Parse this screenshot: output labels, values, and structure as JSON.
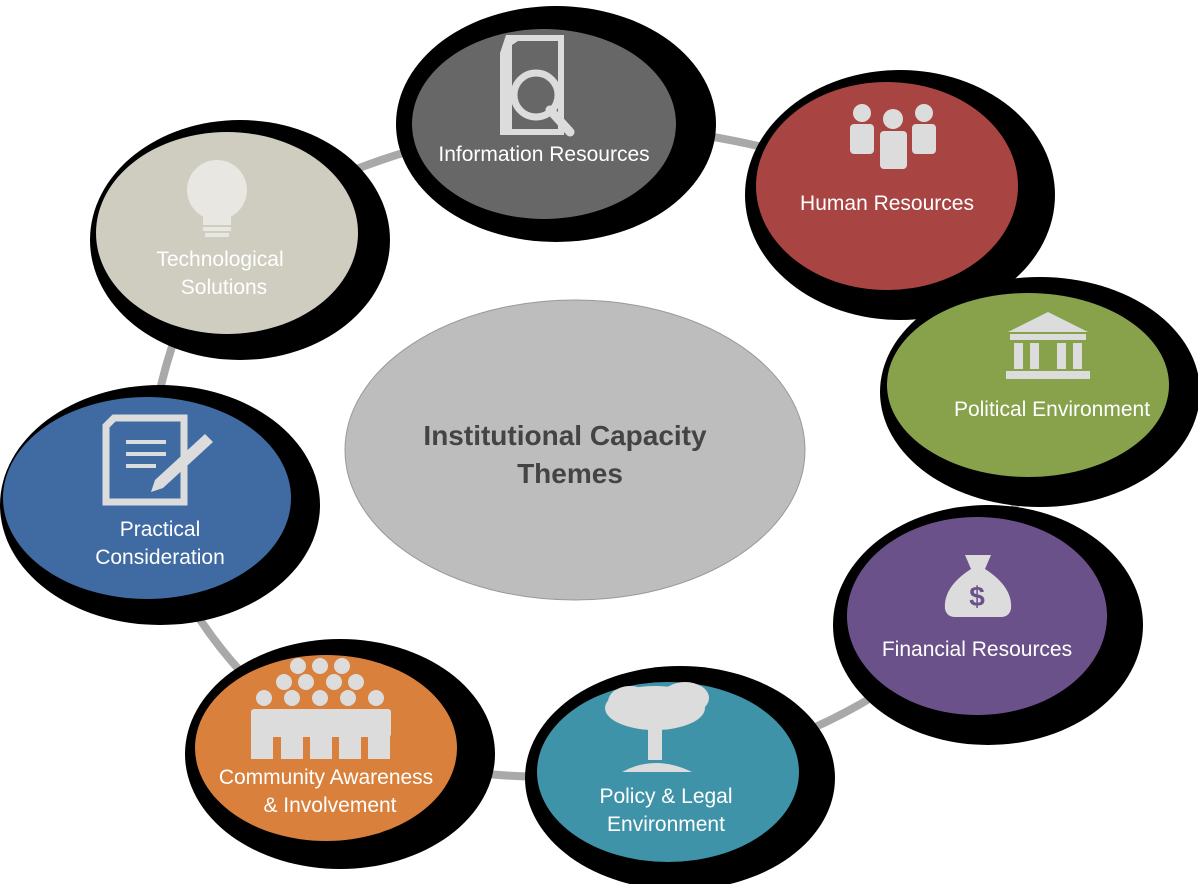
{
  "center": {
    "line1": "Institutional Capacity",
    "line2": "Themes",
    "color": "#bdbdbd"
  },
  "nodes": [
    {
      "id": "information",
      "line1": "Information Resources",
      "line2": "",
      "icon": "document-search-icon",
      "color": "#676767"
    },
    {
      "id": "human",
      "line1": "Human Resources",
      "line2": "",
      "icon": "people-icon",
      "color": "#a84543"
    },
    {
      "id": "political",
      "line1": "Political Environment",
      "line2": "",
      "icon": "government-building-icon",
      "color": "#87a24b"
    },
    {
      "id": "financial",
      "line1": "Financial Resources",
      "line2": "",
      "icon": "money-bag-icon",
      "color": "#6b5189"
    },
    {
      "id": "policy",
      "line1": "Policy & Legal",
      "line2": "Environment",
      "icon": "tree-icon",
      "color": "#3f93a8"
    },
    {
      "id": "community",
      "line1": "Community Awareness",
      "line2": "& Involvement",
      "icon": "crowd-icon",
      "color": "#d8803c"
    },
    {
      "id": "practical",
      "line1": "Practical",
      "line2": "Consideration",
      "icon": "document-pen-icon",
      "color": "#3f6ba2"
    },
    {
      "id": "technological",
      "line1": "Technological",
      "line2": "Solutions",
      "icon": "lightbulb-icon",
      "color": "#cfccc0"
    }
  ]
}
